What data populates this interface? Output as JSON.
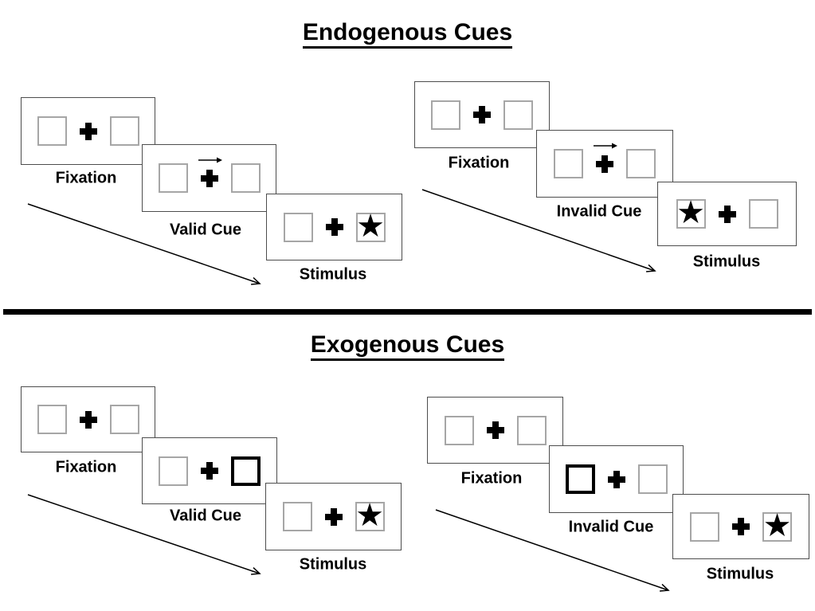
{
  "sections": [
    {
      "title": "Endogenous Cues",
      "sequences": [
        {
          "name": "valid",
          "steps": [
            {
              "label": "Fixation",
              "left": "empty",
              "right": "empty",
              "cue_arrow": false
            },
            {
              "label": "Valid Cue",
              "left": "empty",
              "right": "empty",
              "cue_arrow": true
            },
            {
              "label": "Stimulus",
              "left": "empty",
              "right": "star",
              "cue_arrow": false
            }
          ]
        },
        {
          "name": "invalid",
          "steps": [
            {
              "label": "Fixation",
              "left": "empty",
              "right": "empty",
              "cue_arrow": false
            },
            {
              "label": "Invalid Cue",
              "left": "empty",
              "right": "empty",
              "cue_arrow": true
            },
            {
              "label": "Stimulus",
              "left": "star",
              "right": "empty",
              "cue_arrow": false
            }
          ]
        }
      ]
    },
    {
      "title": "Exogenous Cues",
      "sequences": [
        {
          "name": "valid",
          "steps": [
            {
              "label": "Fixation",
              "left": "empty",
              "right": "empty",
              "cue_arrow": false
            },
            {
              "label": "Valid Cue",
              "left": "empty",
              "right": "thick",
              "cue_arrow": false
            },
            {
              "label": "Stimulus",
              "left": "empty",
              "right": "star",
              "cue_arrow": false
            }
          ]
        },
        {
          "name": "invalid",
          "steps": [
            {
              "label": "Fixation",
              "left": "empty",
              "right": "empty",
              "cue_arrow": false
            },
            {
              "label": "Invalid Cue",
              "left": "thick",
              "right": "empty",
              "cue_arrow": false
            },
            {
              "label": "Stimulus",
              "left": "empty",
              "right": "star",
              "cue_arrow": false
            }
          ]
        }
      ]
    }
  ],
  "icons": {
    "star": "★",
    "fixation_cross": "✚",
    "cue_arrow": "→"
  },
  "colors": {
    "panel_border": "#4d4d4d",
    "square_border": "#a6a6a6",
    "highlight_border": "#000000",
    "divider": "#000000",
    "text": "#000000"
  }
}
